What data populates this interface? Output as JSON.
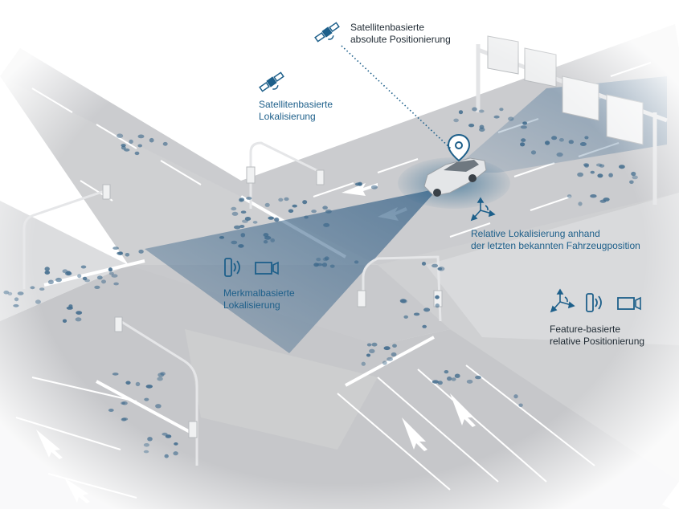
{
  "labels": {
    "satellite_absolute": [
      "Satellitenbasierte",
      "absolute Positionierung"
    ],
    "satellite_localization": [
      "Satellitenbasierte",
      "Lokalisierung"
    ],
    "relative_localization": [
      "Relative Lokalisierung anhand",
      "der letzten bekannten Fahrzeugposition"
    ],
    "feature_localization": [
      "Merkmalbasierte",
      "Lokalisierung"
    ],
    "feature_relative": [
      "Feature-basierte",
      "relative Positionierung"
    ]
  },
  "colors": {
    "road": "#c9cacc",
    "road_edge": "#e6e7e8",
    "marking": "#ffffff",
    "accent_blue": "#1d5f8a",
    "dot_blue": "#3f6a8c",
    "sensor_field": "#4a7397",
    "text_dark": "#1f2a33"
  },
  "icons": [
    "satellite-icon",
    "location-pin-icon",
    "axes-icon",
    "radar-sensor-icon",
    "camera-icon"
  ]
}
